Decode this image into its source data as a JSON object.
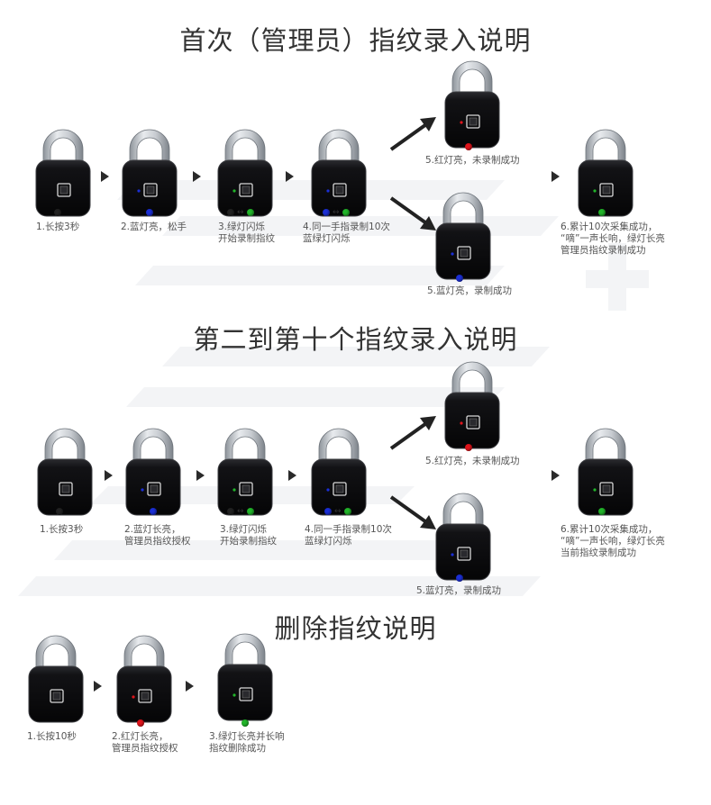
{
  "sections": [
    {
      "title": "首次（管理员）指纹录入说明"
    },
    {
      "title": "第二到第十个指纹录入说明"
    },
    {
      "title": "删除指纹说明"
    }
  ],
  "captions": {
    "s1_step1": "1.长按3秒",
    "s1_step2": "2.蓝灯亮，松手",
    "s1_step3_l1": "3.绿灯闪烁",
    "s1_step3_l2": "开始录制指纹",
    "s1_step4_l1": "4.同一手指录制10次",
    "s1_step4_l2": "蓝绿灯闪烁",
    "s1_step5a": "5.红灯亮，未录制成功",
    "s1_step5b": "5.蓝灯亮，录制成功",
    "s1_step6_l1": "6.累计10次采集成功，",
    "s1_step6_l2": "“嘀”一声长响，绿灯长亮",
    "s1_step6_l3": "管理员指纹录制成功",
    "s2_step1": "1.长按3秒",
    "s2_step2_l1": "2.蓝灯长亮，",
    "s2_step2_l2": "管理员指纹授权",
    "s2_step3_l1": "3.绿灯闪烁",
    "s2_step3_l2": "开始录制指纹",
    "s2_step4_l1": "4.同一手指录制10次",
    "s2_step4_l2": "蓝绿灯闪烁",
    "s2_step5a": "5.红灯亮，未录制成功",
    "s2_step5b": "5.蓝灯亮，录制成功",
    "s2_step6_l1": "6.累计10次采集成功，",
    "s2_step6_l2": "“嘀”一声长响，绿灯长亮",
    "s2_step6_l3": "当前指纹录制成功",
    "s3_step1": "1.长按10秒",
    "s3_step2_l1": "2.红灯长亮，",
    "s3_step2_l2": "管理员指纹授权",
    "s3_step3_l1": "3.绿灯长亮并长响",
    "s3_step3_l2": "指纹删除成功"
  },
  "swap_symbol": "↔",
  "colors": {
    "blue": "#1b2fd6",
    "green": "#22b52a",
    "red": "#e0141b",
    "body": "#0d0d0f",
    "shackle": "#b9bec4"
  }
}
